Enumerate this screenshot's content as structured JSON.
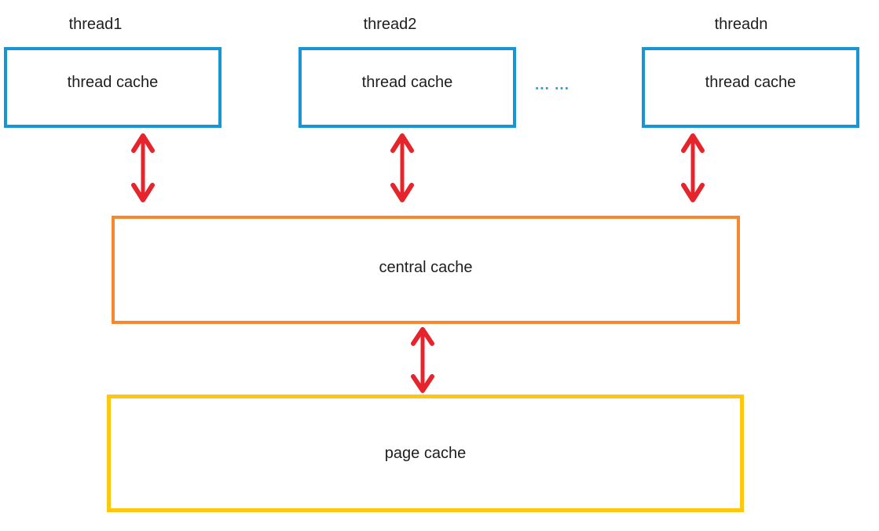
{
  "diagram": {
    "title_hint": "thread cache / central cache / page cache architecture",
    "threads": [
      {
        "label": "thread1",
        "box": "thread cache"
      },
      {
        "label": "thread2",
        "box": "thread cache"
      },
      {
        "label": "threadn",
        "box": "thread cache"
      }
    ],
    "ellipsis": "... ...",
    "central": {
      "label": "central cache"
    },
    "page": {
      "label": "page cache"
    },
    "colors": {
      "thread_border": "#1697D4",
      "central_border": "#F8872E",
      "page_border": "#FEC810",
      "arrow": "#E5242C",
      "text": "#1E1E1E",
      "ellipsis_color": "#2B9FDC"
    }
  }
}
